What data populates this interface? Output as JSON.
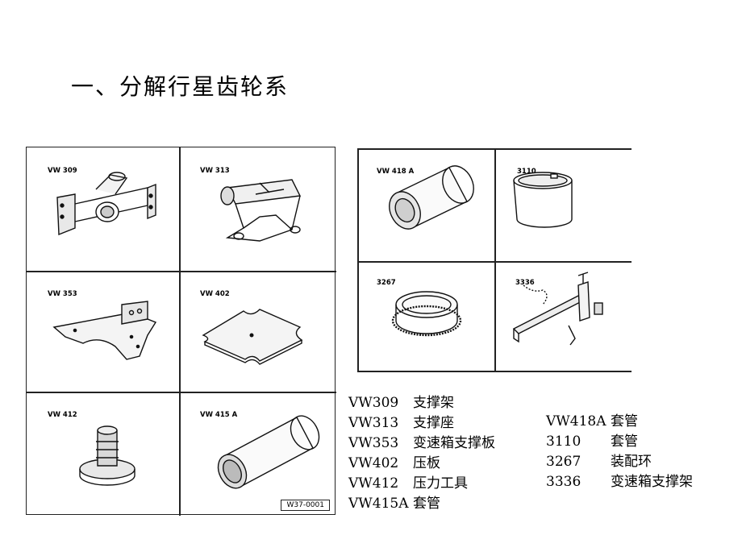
{
  "title": "一、分解行星齿轮系",
  "left_panel": {
    "figure_id": "W37-0001",
    "tools": [
      {
        "label": "VW 309",
        "icon": "support-frame-icon"
      },
      {
        "label": "VW 313",
        "icon": "support-seat-icon"
      },
      {
        "label": "VW 353",
        "icon": "support-plate-icon"
      },
      {
        "label": "VW 402",
        "icon": "press-plate-icon"
      },
      {
        "label": "VW  412",
        "icon": "press-tool-icon"
      },
      {
        "label": "VW 415 A",
        "icon": "sleeve-icon"
      }
    ]
  },
  "right_panel": {
    "tools": [
      {
        "label": "VW 418 A",
        "icon": "sleeve-icon"
      },
      {
        "label": "3110",
        "icon": "ring-sleeve-icon"
      },
      {
        "label": "3267",
        "icon": "assembly-ring-icon"
      },
      {
        "label": "3336",
        "icon": "gearbox-support-frame-icon"
      }
    ]
  },
  "legend_left": [
    {
      "code": "VW309",
      "name": "支撑架"
    },
    {
      "code": "VW313",
      "name": "支撑座"
    },
    {
      "code": "VW353",
      "name": "变速箱支撑板"
    },
    {
      "code": "VW402",
      "name": "压板"
    },
    {
      "code": "VW412",
      "name": "压力工具"
    },
    {
      "code": "VW415A",
      "name": "套管"
    }
  ],
  "legend_right": [
    {
      "code": "VW418A",
      "name": "套管"
    },
    {
      "code": "3110",
      "name": "套管"
    },
    {
      "code": "3267",
      "name": "装配环"
    },
    {
      "code": "3336",
      "name": "变速箱支撑架"
    }
  ]
}
